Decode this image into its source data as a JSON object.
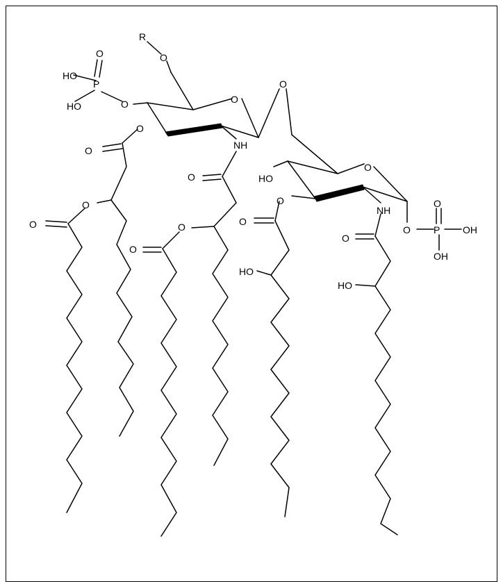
{
  "atoms": {
    "r": "R",
    "o_link": "O",
    "ho_p1a": "HO",
    "p1": "P",
    "o_p1_top": "O",
    "ho_p1b": "HO",
    "o_p1_ring": "O",
    "o_ring1": "O",
    "o_bridge": "O",
    "o_ester1": "O",
    "o_carbonyl1": "O",
    "nh1": "NH",
    "o_carbonyl2": "O",
    "o_ester3": "O",
    "o_carbonyl3": "O",
    "o_ester2": "O",
    "o_carbonyl4": "O",
    "ho_ring2": "HO",
    "o_ring2": "O",
    "o_ester4": "O",
    "o_carbonyl5": "O",
    "nh2": "NH",
    "o_p2_ring": "O",
    "p2": "P",
    "o_p2_top": "O",
    "oh_p2a": "OH",
    "oh_p2b": "OH",
    "o_carbonyl6": "O",
    "ho_chain5": "HO",
    "ho_chain6": "HO"
  }
}
